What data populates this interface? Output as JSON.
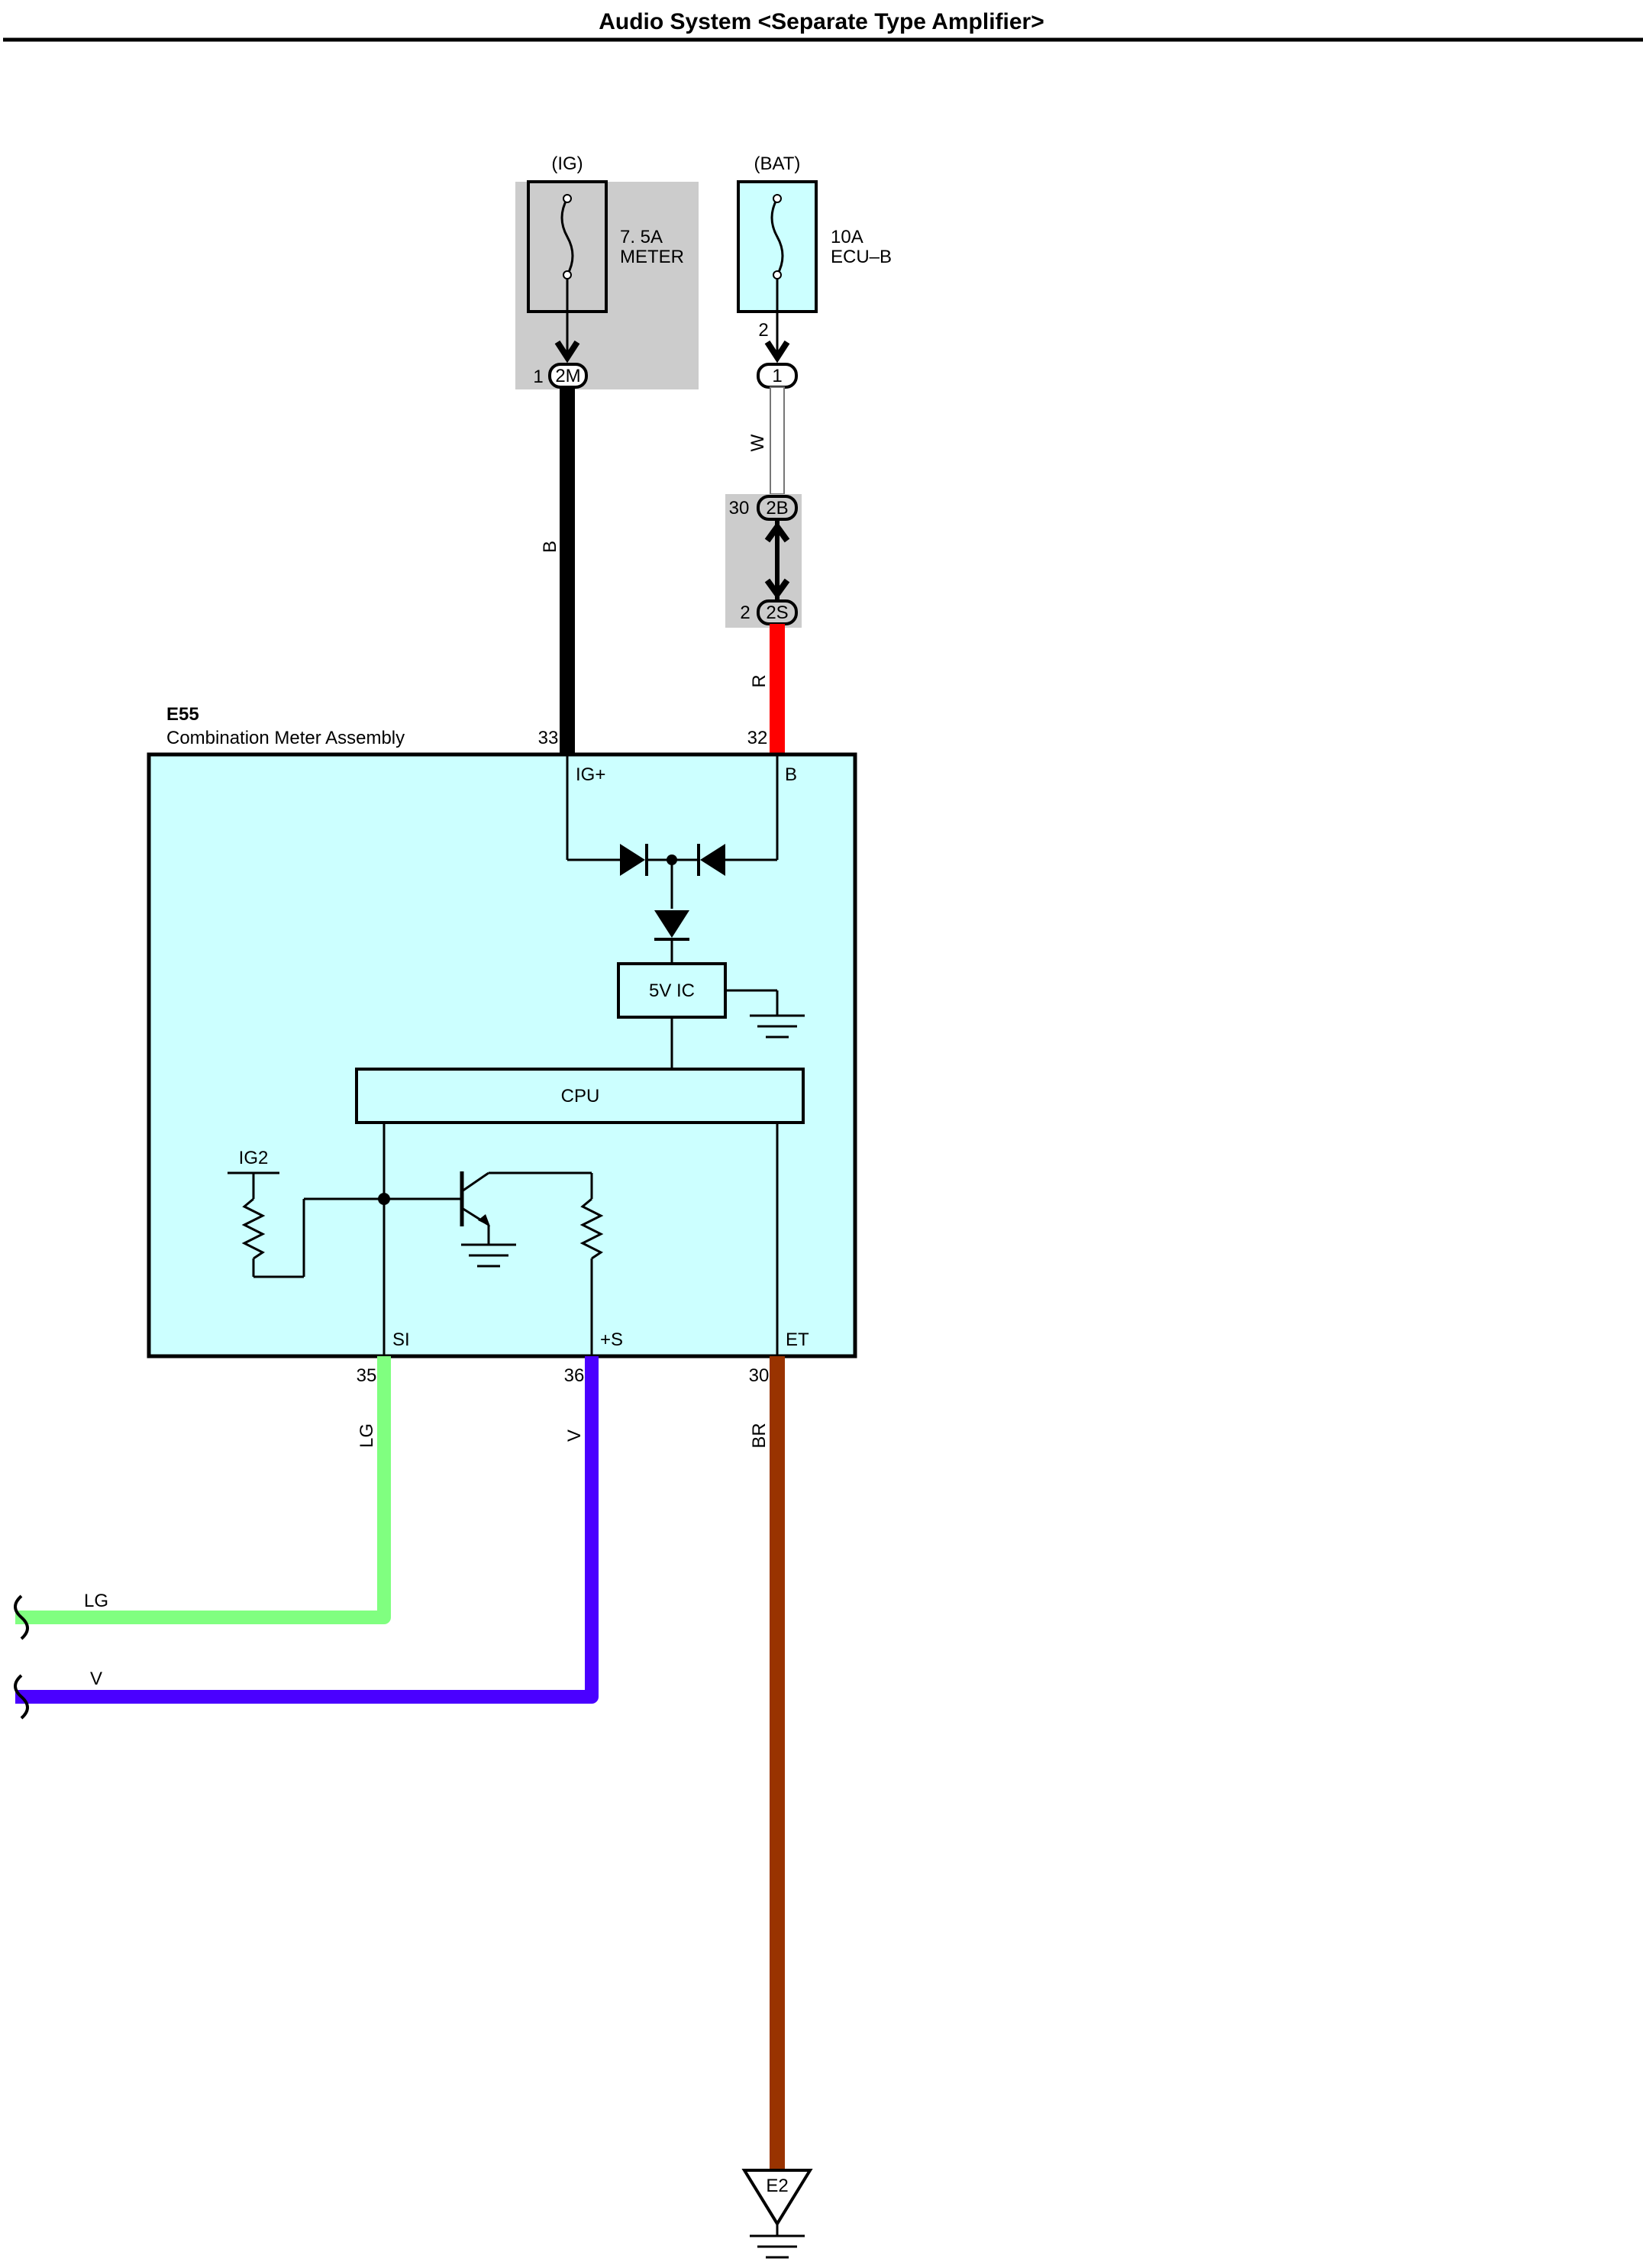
{
  "page": {
    "title": "Audio System <Separate Type Amplifier>"
  },
  "fuses": {
    "ig": {
      "source": "(IG)",
      "rating": "7. 5A",
      "name": "METER",
      "pin": "1",
      "connector": "2M"
    },
    "bat": {
      "source": "(BAT)",
      "rating": "10A",
      "name": "ECU–B",
      "pin": "2",
      "connector": "1"
    }
  },
  "junction": {
    "upper_pin": "30",
    "upper_connector": "2B",
    "lower_pin": "2",
    "lower_connector": "2S"
  },
  "wires": {
    "ig_wire": {
      "color_code": "B",
      "color": "#000000"
    },
    "bat_upper_wire": {
      "color_code": "W",
      "color": "#ffffff"
    },
    "bat_lower_wire": {
      "color_code": "R",
      "color": "#ff0000"
    },
    "si_wire": {
      "color_code": "LG",
      "color": "#80ff80"
    },
    "plus_s_wire": {
      "color_code": "V",
      "color": "#4a00ff"
    },
    "et_wire": {
      "color_code": "BR",
      "color": "#993300"
    }
  },
  "component": {
    "id": "E55",
    "name": "Combination Meter Assembly",
    "fill": "#ccffff",
    "pins": {
      "ig_plus": {
        "number": "33",
        "label": "IG+"
      },
      "b": {
        "number": "32",
        "label": "B"
      },
      "si": {
        "number": "35",
        "label": "SI"
      },
      "plus_s": {
        "number": "36",
        "label": "+S"
      },
      "et": {
        "number": "30",
        "label": "ET"
      }
    },
    "internal": {
      "regulator": "5V IC",
      "cpu": "CPU",
      "pullup_supply": "IG2"
    }
  },
  "off_page": {
    "lg_label": "LG",
    "v_label": "V"
  },
  "ground": {
    "label": "E2"
  },
  "colors": {
    "connector_shade": "#cccccc",
    "fuse_fill": "#ccffff"
  }
}
